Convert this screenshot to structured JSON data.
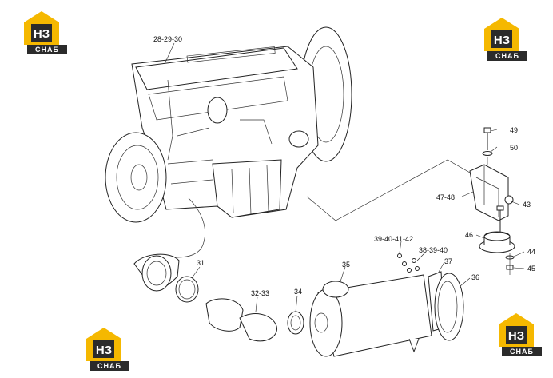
{
  "brand": {
    "logo_mark": "НЗ",
    "logo_word": "СНАБ",
    "colors": {
      "yellow": "#F5B800",
      "dark": "#2b2b2b",
      "line": "#222222"
    }
  },
  "callouts": [
    {
      "id": "c-28-29-30",
      "text": "28-29-30"
    },
    {
      "id": "c-49",
      "text": "49"
    },
    {
      "id": "c-50",
      "text": "50"
    },
    {
      "id": "c-47-48",
      "text": "47-48"
    },
    {
      "id": "c-43",
      "text": "43"
    },
    {
      "id": "c-46",
      "text": "46"
    },
    {
      "id": "c-44",
      "text": "44"
    },
    {
      "id": "c-45",
      "text": "45"
    },
    {
      "id": "c-39-40-41-42",
      "text": "39-40-41-42"
    },
    {
      "id": "c-38-39-40",
      "text": "38-39-40"
    },
    {
      "id": "c-37",
      "text": "37"
    },
    {
      "id": "c-36",
      "text": "36"
    },
    {
      "id": "c-35",
      "text": "35"
    },
    {
      "id": "c-34",
      "text": "34"
    },
    {
      "id": "c-32-33",
      "text": "32-33"
    },
    {
      "id": "c-31",
      "text": "31"
    }
  ]
}
